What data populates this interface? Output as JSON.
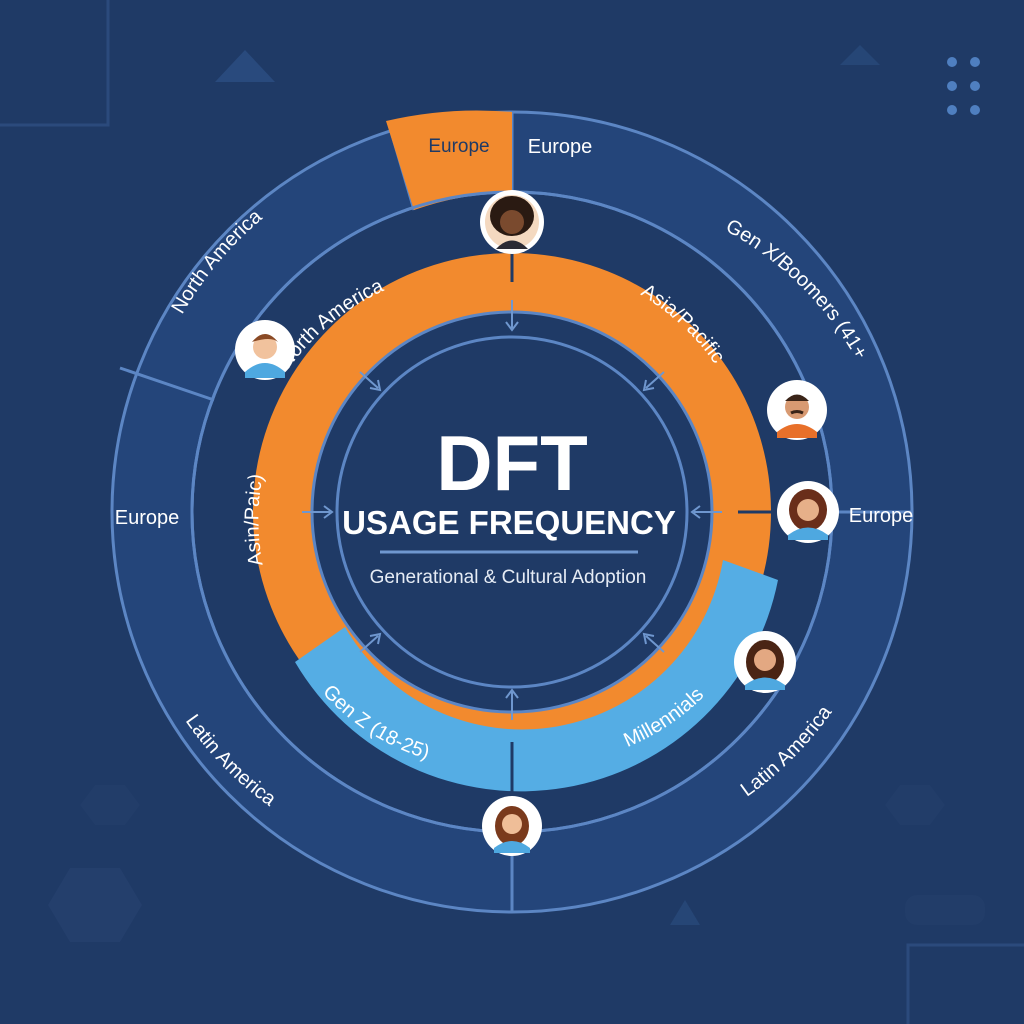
{
  "center": {
    "title": "DFT",
    "subtitle": "USAGE FREQUENCY",
    "caption": "Generational & Cultural Adoption"
  },
  "outer_ring": {
    "top_box": "Europe",
    "top_right": "Europe",
    "right_upper": "Gen X/Boomers (41+",
    "right": "Europe",
    "left_upper": "North America",
    "left": "Europe",
    "left_lower": "Latin America",
    "right_lower": "Latin America"
  },
  "inner_ring": {
    "north_america": "North America",
    "asia_pacific": "Asia/Pacific",
    "asia_paic": "Asin/Paic)",
    "gen_z": "Gen Z (18-25)",
    "millennials": "Millennials"
  },
  "colors": {
    "background": "#1f3a66",
    "ring": "#27497e",
    "ring_line": "#5c86c4",
    "orange": "#f28a2e",
    "blue": "#55ade4"
  },
  "avatars": [
    "avatar-top",
    "avatar-left",
    "avatar-right-upper",
    "avatar-right",
    "avatar-right-lower",
    "avatar-bottom"
  ]
}
